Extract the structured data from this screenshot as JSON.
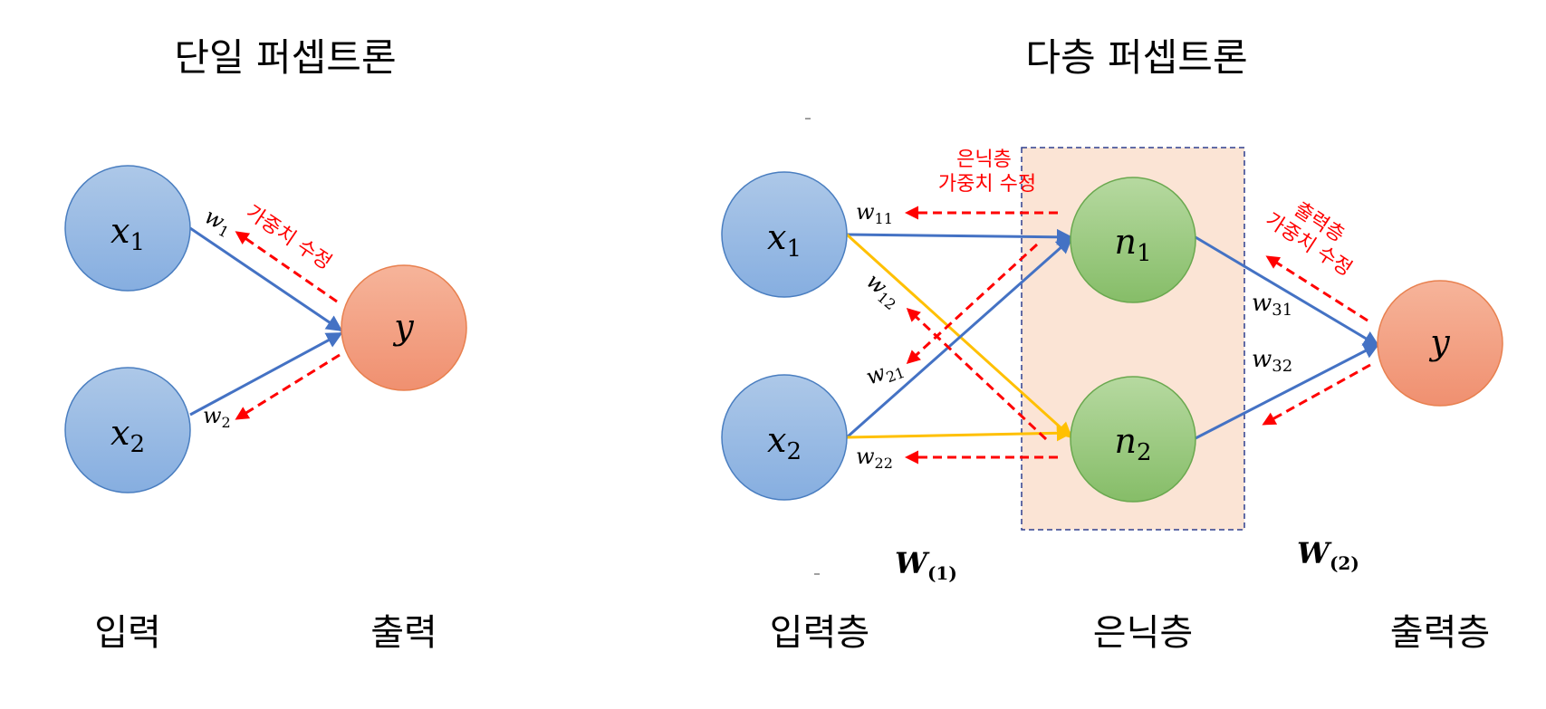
{
  "single": {
    "title": "단일 퍼셉트론",
    "nodes": {
      "x1": {
        "base": "x",
        "sub": "1"
      },
      "x2": {
        "base": "x",
        "sub": "2"
      },
      "y": {
        "base": "y"
      }
    },
    "weights": {
      "w1": {
        "base": "w",
        "sub": "1"
      },
      "w2": {
        "base": "w",
        "sub": "2"
      }
    },
    "update_label": "가중치 수정",
    "input_label": "입력",
    "output_label": "출력"
  },
  "multi": {
    "title": "다층 퍼셉트론",
    "nodes": {
      "x1": {
        "base": "x",
        "sub": "1"
      },
      "x2": {
        "base": "x",
        "sub": "2"
      },
      "n1": {
        "base": "n",
        "sub": "1"
      },
      "n2": {
        "base": "n",
        "sub": "2"
      },
      "y": {
        "base": "y"
      }
    },
    "weights": {
      "w11": {
        "base": "w",
        "sub": "11"
      },
      "w12": {
        "base": "w",
        "sub": "12"
      },
      "w21": {
        "base": "w",
        "sub": "21"
      },
      "w22": {
        "base": "w",
        "sub": "22"
      },
      "w31": {
        "base": "w",
        "sub": "31"
      },
      "w32": {
        "base": "w",
        "sub": "32"
      }
    },
    "matrices": {
      "W1": {
        "base": "W",
        "sub": "(1)"
      },
      "W2": {
        "base": "W",
        "sub": "(2)"
      }
    },
    "hidden_update_label": [
      "은닉층",
      "가중치 수정"
    ],
    "output_update_label": [
      "출력층",
      "가중치 수정"
    ],
    "input_layer_label": "입력층",
    "hidden_layer_label": "은닉층",
    "output_layer_label": "출력층"
  },
  "colors": {
    "blue_node_top": "#adc8e8",
    "blue_node_bottom": "#86aee0",
    "blue_stroke": "#4a7ec0",
    "green_node_top": "#b6d9a0",
    "green_node_bottom": "#86bd68",
    "green_stroke": "#6aa84f",
    "orange_node_top": "#f6b49a",
    "orange_node_bottom": "#f09070",
    "orange_stroke": "#e8804f",
    "blue_edge": "#4472c4",
    "yellow_edge": "#ffc000",
    "red_dashed": "#ff0000",
    "hidden_box_fill": "#fbe4d5",
    "hidden_box_border": "#2f3f8f"
  }
}
